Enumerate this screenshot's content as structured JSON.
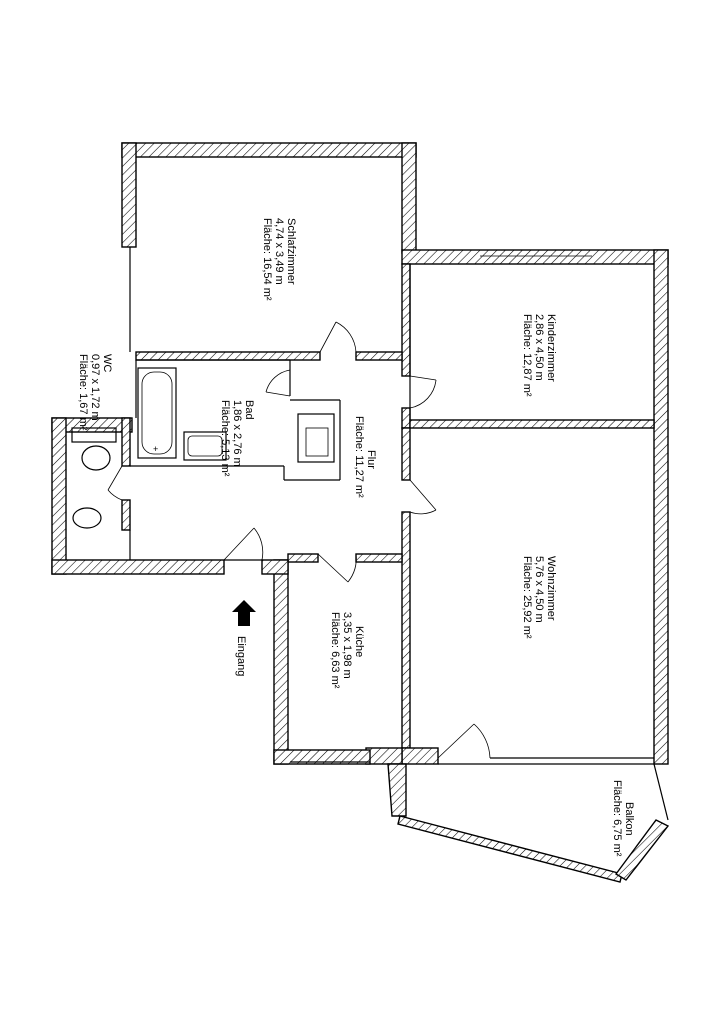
{
  "rooms": {
    "schlafzimmer": {
      "name": "Schlafzimmer",
      "dims": "4,74 x 3,49 m",
      "area": "Fläche: 16,54 m²"
    },
    "kinderzimmer": {
      "name": "Kinderzimmer",
      "dims": "2,86 x 4,50 m",
      "area": "Fläche: 12,87 m²"
    },
    "wc": {
      "name": "WC",
      "dims": "0,97 x 1,72 m",
      "area": "Fläche: 1,67 m²"
    },
    "bad": {
      "name": "Bad",
      "dims": "1,86 x 2,76 m",
      "area": "Fläche: 5,13 m²"
    },
    "flur": {
      "name": "Flur",
      "area": "Fläche: 11,27 m²"
    },
    "wohnzimmer": {
      "name": "Wohnzimmer",
      "dims": "5,76 x 4,50 m",
      "area": "Fläche: 25,92 m²"
    },
    "kueche": {
      "name": "Küche",
      "dims": "3,35 x 1,98 m",
      "area": "Fläche: 6,63 m²"
    },
    "balkon": {
      "name": "Balkon",
      "area": "Fläche: 6,75 m²"
    }
  },
  "entrance": {
    "label": "Eingang"
  },
  "colors": {
    "line": "#000000",
    "background": "#ffffff"
  }
}
